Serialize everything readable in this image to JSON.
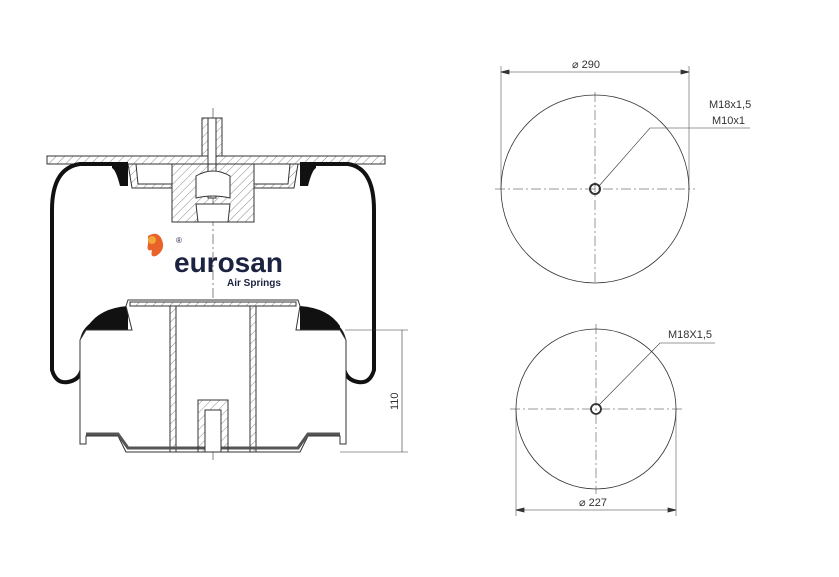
{
  "logo": {
    "brand": "eurosan",
    "tagline": "Air Springs",
    "registered": "®",
    "brand_color": "#1b2340",
    "flame_color": "#e8622a"
  },
  "side_view": {
    "height_dim": "110"
  },
  "top_plate_view": {
    "diameter": "⌀ 290",
    "thread_1": "M18x1,5",
    "thread_2": "M10x1"
  },
  "bottom_piston_view": {
    "diameter": "⌀ 227",
    "thread": "M18X1,5"
  }
}
